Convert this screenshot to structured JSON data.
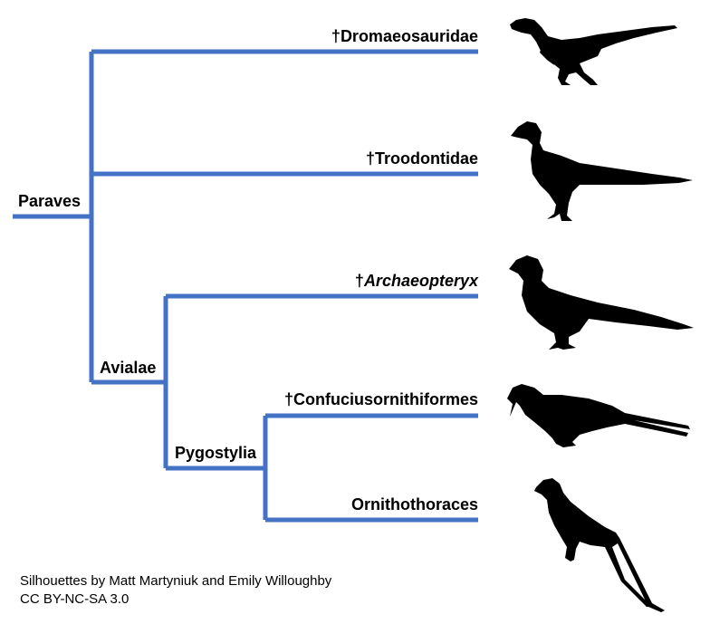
{
  "tree": {
    "root_label": "Paraves",
    "clade_avialae": "Avialae",
    "clade_pygostylia": "Pygostylia",
    "line_color": "#4472c4"
  },
  "taxa": [
    {
      "dagger": "†",
      "name": "Dromaeosauridae",
      "italic": false,
      "silhouette": "dromaeosaurid-silhouette"
    },
    {
      "dagger": "†",
      "name": "Troodontidae",
      "italic": false,
      "silhouette": "troodontid-silhouette"
    },
    {
      "dagger": "†",
      "name": "Archaeopteryx",
      "italic": true,
      "silhouette": "archaeopteryx-silhouette"
    },
    {
      "dagger": "†",
      "name": "Confuciusornithiformes",
      "italic": false,
      "silhouette": "confuciusornis-silhouette"
    },
    {
      "dagger": "",
      "name": "Ornithothoraces",
      "italic": false,
      "silhouette": "ornithothoracine-silhouette"
    }
  ],
  "credits": {
    "line1": "Silhouettes by Matt Martyniuk and Emily Willoughby",
    "line2": "CC BY-NC-SA 3.0"
  }
}
